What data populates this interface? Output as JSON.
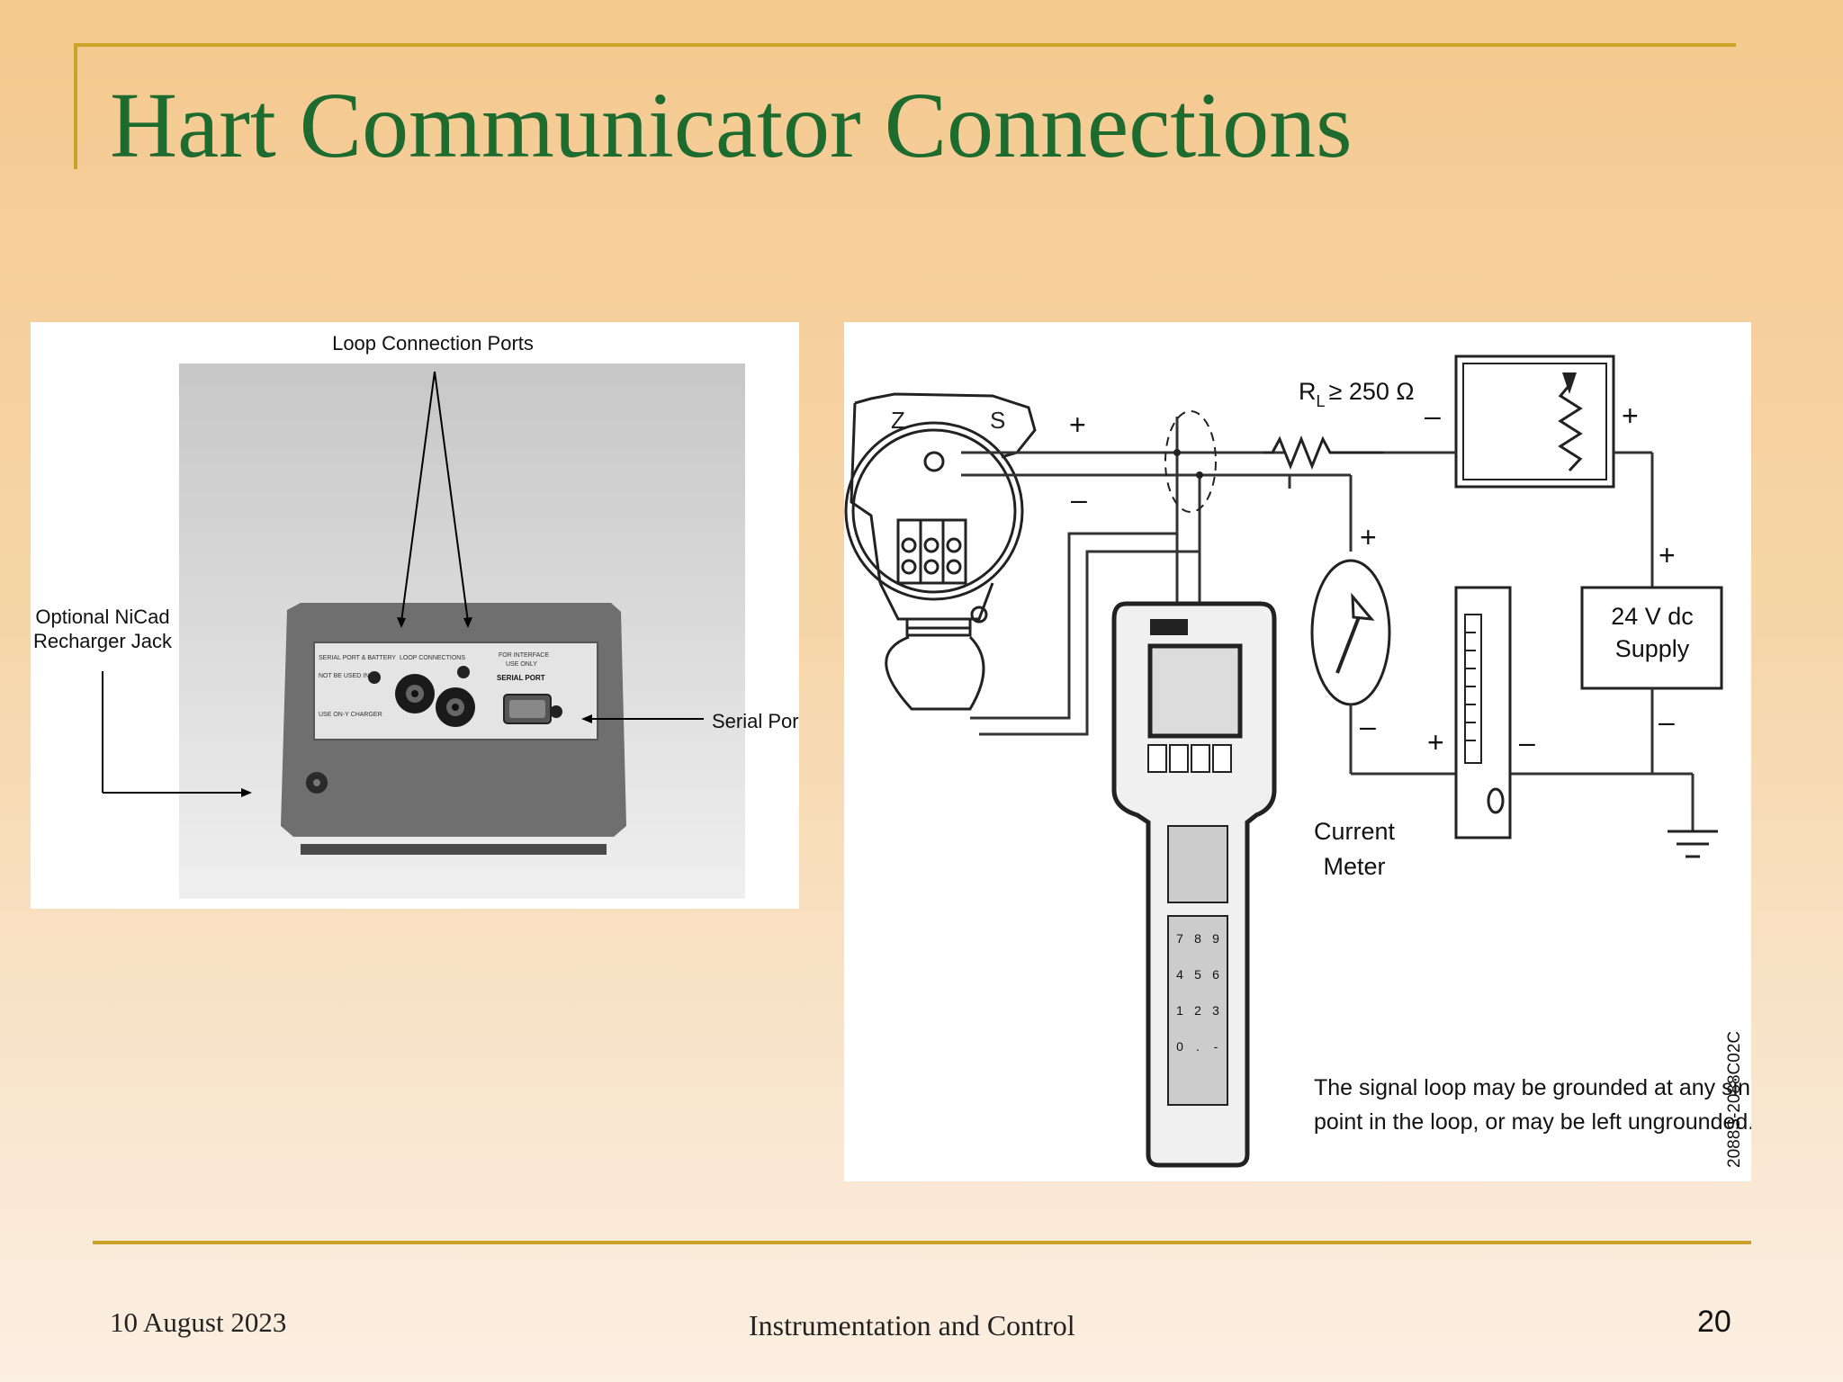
{
  "slide": {
    "title": "Hart Communicator Connections",
    "footer_date": "10 August 2023",
    "footer_center": "Instrumentation and Control",
    "page_number": "20"
  },
  "left_figure": {
    "label_ports": "Loop Connection Ports",
    "label_jack_line1": "Optional NiCad",
    "label_jack_line2": "Recharger Jack",
    "label_serial": "Serial Port",
    "device_texts": [
      "SERIAL PORT & BATTERY",
      "LOOP CONNECTIONS",
      "FOR INTERFACE",
      "USE ONLY",
      "SERIAL PORT",
      "USE ON-Y CHARGER",
      "NOT BE USED IN"
    ]
  },
  "right_figure": {
    "resistor_label": "R",
    "resistor_sub": "L",
    "resistor_value": "≥ 250 Ω",
    "supply_line1": "24 V dc",
    "supply_line2": "Supply",
    "meter_line1": "Current",
    "meter_line2": "Meter",
    "note_line1": "The signal loop may be grounded at any single",
    "note_line2": "point in the loop, or may be left ungrounded.",
    "figure_code": "2088S-2088C02C",
    "plus": "+",
    "minus": "–",
    "keypad_keys": [
      "7",
      "8",
      "9",
      "4",
      "5",
      "6",
      "1",
      "2",
      "3",
      "0",
      ".",
      "-"
    ]
  },
  "colors": {
    "title": "#1e6b30",
    "rule": "#c9a227",
    "background_top": "#f5c98f",
    "background_bottom": "#fbefe2"
  }
}
